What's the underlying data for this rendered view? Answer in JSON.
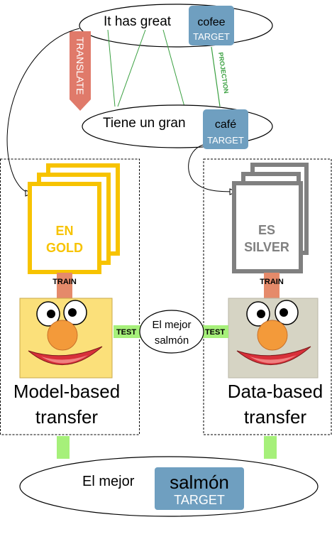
{
  "source_sentence": {
    "text": "It has great",
    "target_word": "cofee",
    "target_tag": "TARGET"
  },
  "translated_sentence": {
    "text": "Tiene un gran",
    "target_word": "café",
    "target_tag": "TARGET"
  },
  "translate_label": "TRANSLATE",
  "projection_label": "PROJECTION",
  "model_panel": {
    "doc_line1": "EN",
    "doc_line2": "GOLD",
    "train_label": "TRAIN",
    "test_label": "TEST",
    "caption_line1": "Model-based",
    "caption_line2": "transfer"
  },
  "data_panel": {
    "doc_line1": "ES",
    "doc_line2": "SILVER",
    "train_label": "TRAIN",
    "test_label": "TEST",
    "caption_line1": "Data-based",
    "caption_line2": "transfer"
  },
  "test_input": {
    "line1": "El mejor",
    "line2": "salmón"
  },
  "output_sentence": {
    "text": "El mejor",
    "target_word": "salmón",
    "target_tag": "TARGET"
  },
  "colors": {
    "gold": "#f7c300",
    "silver": "#808080",
    "target_box": "#6f9fc0",
    "translate_arrow": "#e07a6a",
    "projection_line": "#3aa040",
    "train_bar": "#e58a6a",
    "test_bar": "#a6f07a",
    "face_yellow": "#fbe07a",
    "face_grey": "#d6d4c4",
    "nose": "#f39a3a",
    "mouth": "#d8303a"
  },
  "icons": [
    "document-stack-icon",
    "puppet-face-icon"
  ]
}
